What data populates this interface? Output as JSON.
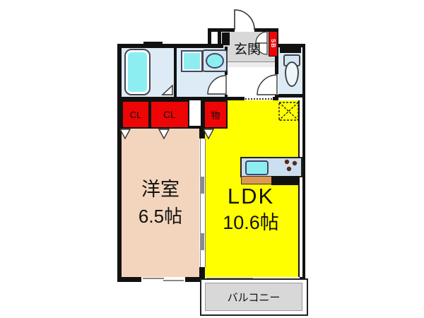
{
  "plan": {
    "rooms": {
      "genkan": {
        "label": "玄関"
      },
      "western": {
        "label": "洋室",
        "size": "6.5帖"
      },
      "ldk": {
        "label": "LDK",
        "size": "10.6帖"
      },
      "balcony": {
        "label": "バルコニー"
      },
      "closet_left": {
        "label": "CL"
      },
      "closet_center": {
        "label": "CL"
      },
      "storage": {
        "label": "物"
      },
      "shoe_box": {
        "label": "SB"
      }
    },
    "icons": {
      "entrance_door": "entrance-door-arc-icon",
      "toilet": "toilet-icon",
      "bathtub": "bathtub-icon",
      "washing_machine_pan": "washing-machine-pan-icon",
      "vanity_sink": "vanity-sink-icon",
      "kitchen_counter": "kitchen-counter-icon",
      "kitchen_sink": "kitchen-sink-icon",
      "stove_burners": "stove-burners-icon",
      "refrigerator_space": "refrigerator-space-icon",
      "sliding_door": "sliding-door-icon",
      "folding_door": "folding-door-icon",
      "window": "window-icon"
    },
    "colors": {
      "wall": "#111111",
      "ldk": "#ffff00",
      "western_room": "#f2d5bc",
      "closet_red": "#ee0505",
      "wet_room_floor": "#dcebf5",
      "genkan_floor": "#d8d8d8",
      "balcony_floor": "#d8d8d8",
      "fixture_cyan": "#8deef2",
      "counter_blue": "#ccdff0",
      "counter_wood": "#dd9950",
      "stove_black": "#111111"
    }
  }
}
